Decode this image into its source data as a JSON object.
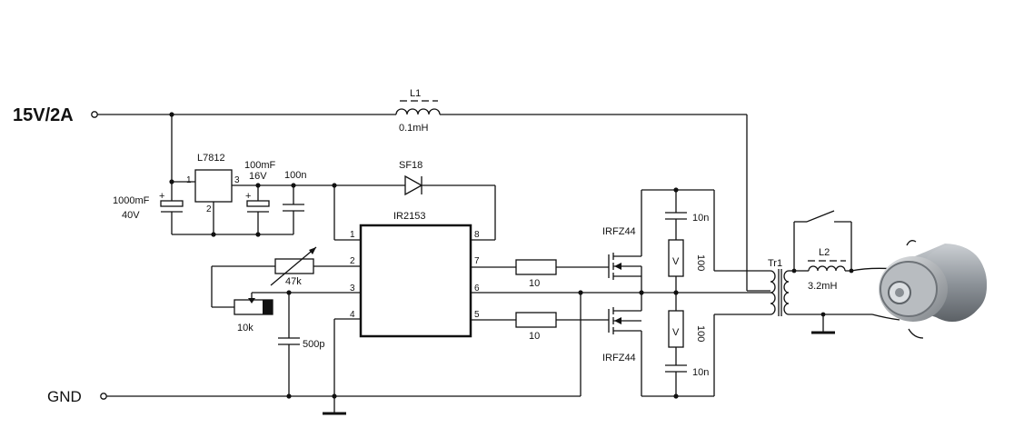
{
  "terminals": {
    "supply": "15V/2A",
    "ground": "GND"
  },
  "components": {
    "l1_name": "L1",
    "l1_value": "0.1mH",
    "reg_name": "L7812",
    "reg_pin1": "1",
    "reg_pin2": "2",
    "reg_pin3": "3",
    "c_in_value": "1000mF",
    "c_in_voltage": "40V",
    "c_mid_value": "100mF",
    "c_mid_voltage": "16V",
    "c_100n": "100n",
    "diode": "SF18",
    "ic_name": "IR2153",
    "ic_pins": {
      "p1": "1",
      "p2": "2",
      "p3": "3",
      "p4": "4",
      "p5": "5",
      "p6": "6",
      "p7": "7",
      "p8": "8"
    },
    "r_var": "47k",
    "pot": "10k",
    "c_timing": "500p",
    "r_gate_top": "10",
    "r_gate_bot": "10",
    "mosfet_top": "IRFZ44",
    "mosfet_bot": "IRFZ44",
    "snubber_c_top": "10n",
    "snubber_c_bot": "10n",
    "varistor_top": "100",
    "varistor_bot": "100",
    "varistor_mark": "V",
    "transformer": "Tr1",
    "l2_name": "L2",
    "l2_value": "3.2mH",
    "plus": "+"
  },
  "colors": {
    "line": "#111111",
    "transducer_metal": "#9aa0a6"
  },
  "icons": [
    "switch-icon",
    "ground-icon",
    "transducer-icon"
  ]
}
